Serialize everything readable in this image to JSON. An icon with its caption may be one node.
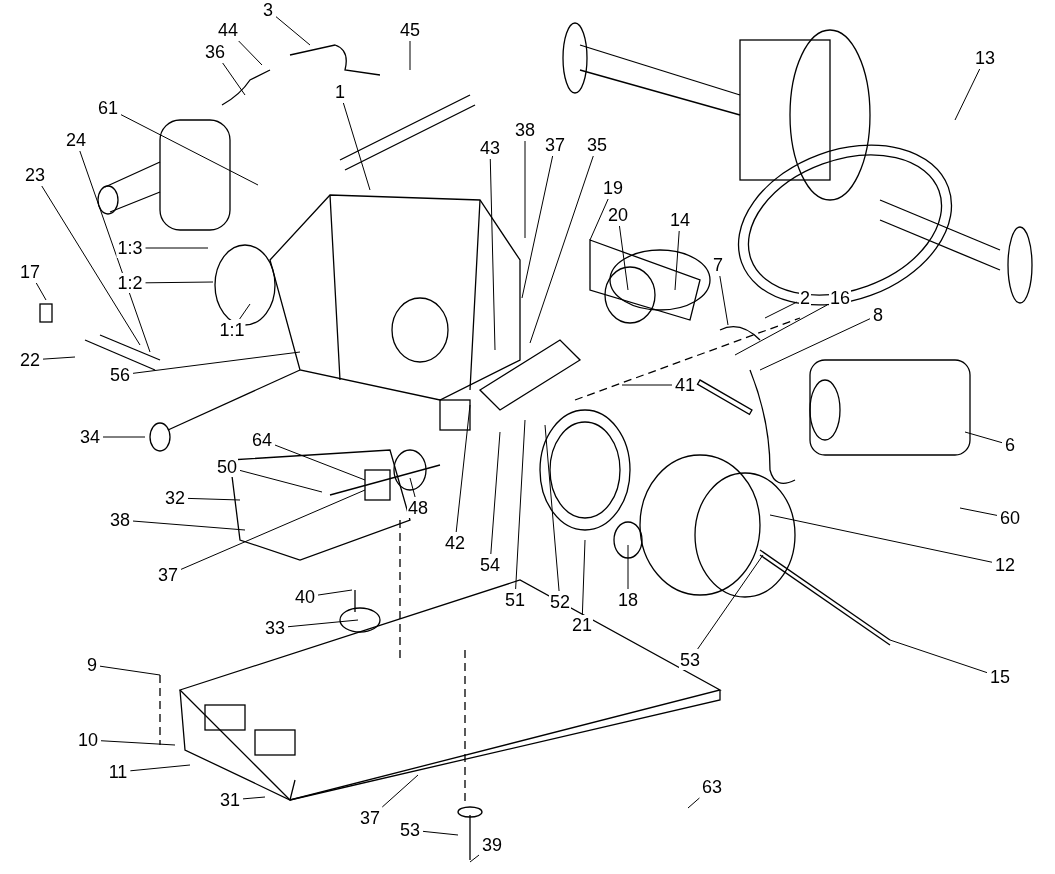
{
  "diagram": {
    "nodes": [
      {
        "text": [
          "3"
        ]
      },
      {
        "text": [
          "44"
        ]
      },
      {
        "text": [
          "45"
        ]
      },
      {
        "text": [
          "36"
        ]
      },
      {
        "text": [
          "13"
        ]
      },
      {
        "text": [
          "1"
        ]
      },
      {
        "text": [
          "61"
        ]
      },
      {
        "text": [
          "38"
        ]
      },
      {
        "text": [
          "37"
        ]
      },
      {
        "text": [
          "35"
        ]
      },
      {
        "text": [
          "43"
        ]
      },
      {
        "text": [
          "24"
        ]
      },
      {
        "text": [
          "23"
        ]
      },
      {
        "text": [
          "19"
        ]
      },
      {
        "text": [
          "20"
        ]
      },
      {
        "text": [
          "14"
        ]
      },
      {
        "text": [
          "1:3"
        ]
      },
      {
        "text": [
          "7"
        ]
      },
      {
        "text": [
          "17"
        ]
      },
      {
        "text": [
          "1:2"
        ]
      },
      {
        "text": [
          "2"
        ]
      },
      {
        "text": [
          "16"
        ]
      },
      {
        "text": [
          "8"
        ]
      },
      {
        "text": [
          "1:1"
        ]
      },
      {
        "text": [
          "22"
        ]
      },
      {
        "text": [
          "56"
        ]
      },
      {
        "text": [
          "41"
        ]
      },
      {
        "text": [
          "34"
        ]
      },
      {
        "text": [
          "64"
        ]
      },
      {
        "text": [
          "6"
        ]
      },
      {
        "text": [
          "50"
        ]
      },
      {
        "text": [
          "32"
        ]
      },
      {
        "text": [
          "48"
        ]
      },
      {
        "text": [
          "60"
        ]
      },
      {
        "text": [
          "38"
        ]
      },
      {
        "text": [
          "42"
        ]
      },
      {
        "text": [
          "54"
        ]
      },
      {
        "text": [
          "12"
        ]
      },
      {
        "text": [
          "37"
        ]
      },
      {
        "text": [
          "51"
        ]
      },
      {
        "text": [
          "52"
        ]
      },
      {
        "text": [
          "18"
        ]
      },
      {
        "text": [
          "21"
        ]
      },
      {
        "text": [
          "40"
        ]
      },
      {
        "text": [
          "33"
        ]
      },
      {
        "text": [
          "53"
        ]
      },
      {
        "text": [
          "9"
        ]
      },
      {
        "text": [
          "15"
        ]
      },
      {
        "text": [
          "10"
        ]
      },
      {
        "text": [
          "11"
        ]
      },
      {
        "text": [
          "63"
        ]
      },
      {
        "text": [
          "31"
        ]
      },
      {
        "text": [
          "37"
        ]
      },
      {
        "text": [
          "53"
        ]
      },
      {
        "text": [
          "39"
        ]
      }
    ],
    "edges": [
      {
        "from": 0,
        "to": null,
        "arrow": "none"
      },
      {
        "from": 1,
        "to": null,
        "arrow": "none"
      },
      {
        "from": 2,
        "to": null,
        "arrow": "none"
      },
      {
        "from": 3,
        "to": null,
        "arrow": "none"
      },
      {
        "from": 4,
        "to": null,
        "arrow": "none"
      },
      {
        "from": 5,
        "to": null,
        "arrow": "none"
      },
      {
        "from": 6,
        "to": null,
        "arrow": "none"
      },
      {
        "from": 7,
        "to": null,
        "arrow": "none"
      },
      {
        "from": 8,
        "to": null,
        "arrow": "none"
      },
      {
        "from": 9,
        "to": null,
        "arrow": "none"
      },
      {
        "from": 10,
        "to": null,
        "arrow": "none"
      },
      {
        "from": 11,
        "to": null,
        "arrow": "none"
      },
      {
        "from": 12,
        "to": null,
        "arrow": "none"
      },
      {
        "from": 13,
        "to": null,
        "arrow": "none"
      },
      {
        "from": 14,
        "to": null,
        "arrow": "none"
      },
      {
        "from": 15,
        "to": null,
        "arrow": "none"
      },
      {
        "from": 16,
        "to": null,
        "arrow": "none"
      },
      {
        "from": 17,
        "to": null,
        "arrow": "none"
      },
      {
        "from": 18,
        "to": null,
        "arrow": "none"
      },
      {
        "from": 19,
        "to": null,
        "arrow": "none"
      },
      {
        "from": 20,
        "to": null,
        "arrow": "none"
      },
      {
        "from": 21,
        "to": null,
        "arrow": "none"
      },
      {
        "from": 22,
        "to": null,
        "arrow": "none"
      },
      {
        "from": 23,
        "to": null,
        "arrow": "none"
      },
      {
        "from": 24,
        "to": null,
        "arrow": "none"
      },
      {
        "from": 25,
        "to": null,
        "arrow": "none"
      },
      {
        "from": 26,
        "to": null,
        "arrow": "none"
      },
      {
        "from": 27,
        "to": null,
        "arrow": "none"
      },
      {
        "from": 28,
        "to": null,
        "arrow": "none"
      },
      {
        "from": 29,
        "to": null,
        "arrow": "none"
      },
      {
        "from": 30,
        "to": null,
        "arrow": "none"
      },
      {
        "from": 31,
        "to": null,
        "arrow": "none"
      },
      {
        "from": 32,
        "to": null,
        "arrow": "none"
      },
      {
        "from": 33,
        "to": null,
        "arrow": "none"
      },
      {
        "from": 34,
        "to": null,
        "arrow": "none"
      },
      {
        "from": 35,
        "to": null,
        "arrow": "none"
      },
      {
        "from": 36,
        "to": null,
        "arrow": "none"
      },
      {
        "from": 37,
        "to": null,
        "arrow": "none"
      },
      {
        "from": 38,
        "to": null,
        "arrow": "none"
      },
      {
        "from": 39,
        "to": null,
        "arrow": "none"
      },
      {
        "from": 40,
        "to": null,
        "arrow": "none"
      },
      {
        "from": 41,
        "to": null,
        "arrow": "none"
      },
      {
        "from": 42,
        "to": null,
        "arrow": "none"
      },
      {
        "from": 43,
        "to": null,
        "arrow": "none"
      },
      {
        "from": 44,
        "to": null,
        "arrow": "none"
      },
      {
        "from": 45,
        "to": null,
        "arrow": "none"
      },
      {
        "from": 46,
        "to": null,
        "arrow": "none"
      },
      {
        "from": 47,
        "to": null,
        "arrow": "none"
      },
      {
        "from": 48,
        "to": null,
        "arrow": "none"
      },
      {
        "from": 49,
        "to": null,
        "arrow": "none"
      },
      {
        "from": 50,
        "to": null,
        "arrow": "none"
      },
      {
        "from": 51,
        "to": null,
        "arrow": "none"
      },
      {
        "from": 52,
        "to": null,
        "arrow": "none"
      },
      {
        "from": 53,
        "to": null,
        "arrow": "none"
      },
      {
        "from": 54,
        "to": null,
        "arrow": "none"
      }
    ]
  }
}
